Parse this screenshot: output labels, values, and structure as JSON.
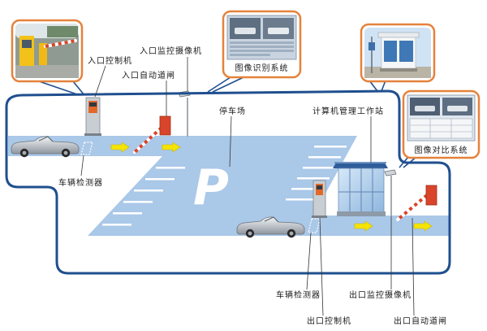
{
  "labels": {
    "entrance_controller": "入口控制机",
    "entrance_camera": "入口监控摄像机",
    "entrance_gate": "入口自动道闸",
    "image_recognition": "图像识别系统",
    "parking_lot": "停车场",
    "workstation": "计算机管理工作站",
    "image_comparison": "图像对比系统",
    "entrance_detector": "车辆检测器",
    "exit_detector": "车辆检测器",
    "exit_controller": "出口控制机",
    "exit_camera": "出口监控摄像机",
    "exit_gate": "出口自动道闸"
  },
  "parking_symbol": "P",
  "colors": {
    "outline": "#1f4f8e",
    "pavement": "#aac8e8",
    "callout_border": "#e5823b",
    "arrow": "#f4e400",
    "barrier": "#d8452b"
  }
}
